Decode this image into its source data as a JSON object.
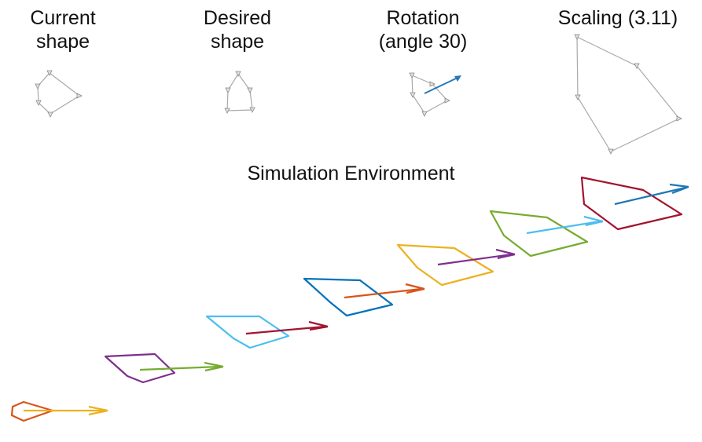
{
  "panels": {
    "current": {
      "line1": "Current",
      "line2": "shape"
    },
    "desired": {
      "line1": "Desired",
      "line2": "shape"
    },
    "rotation": {
      "line1": "Rotation",
      "line2": "(angle 30)"
    },
    "scaling": {
      "line1": "Scaling (3.11)"
    }
  },
  "simulation": {
    "title": "Simulation Environment"
  },
  "colors": {
    "gray": "#a9a9a9",
    "rotation_arrow": "#2778b7",
    "steps": [
      "#d95319",
      "#7e2f8e",
      "#4dbeee",
      "#0072bd",
      "#edb120",
      "#77ac30",
      "#a2142f"
    ],
    "arrows": [
      "#edb120",
      "#77ac30",
      "#a2142f",
      "#d95319",
      "#7e2f8e",
      "#4dbeee",
      "#1f77b4"
    ]
  }
}
